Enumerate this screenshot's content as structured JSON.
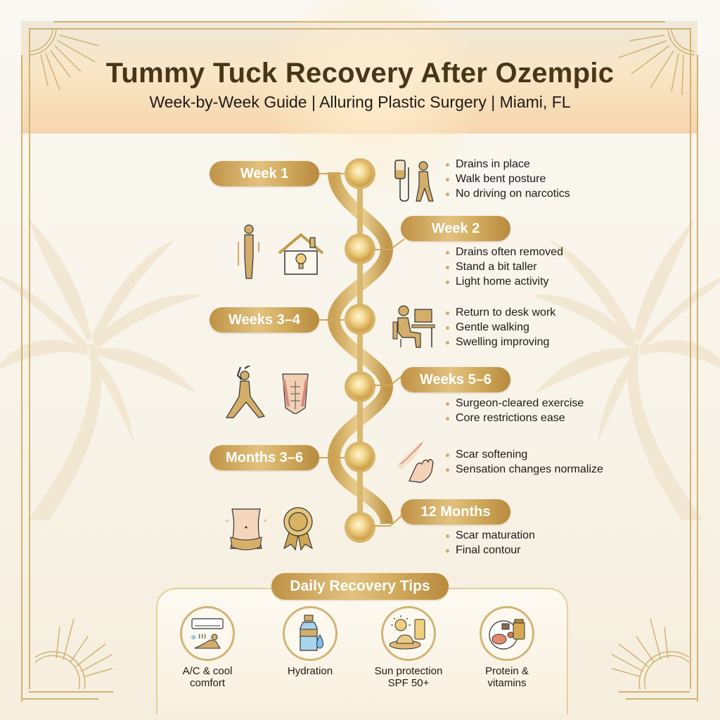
{
  "header": {
    "title": "Tummy Tuck Recovery After Ozempic",
    "subtitle": "Week-by-Week Guide | Alluring Plastic Surgery | Miami, FL"
  },
  "colors": {
    "gold": "#c9993f",
    "gold_light": "#e2c27f",
    "title_brown": "#4a3516",
    "frame": "#d2b274",
    "background": "#faf8f2"
  },
  "timeline": [
    {
      "label": "Week 1",
      "side": "left",
      "icons": [
        "drain-bag-icon",
        "walking-bent-person-icon"
      ],
      "bullets": [
        "Drains in place",
        "Walk bent posture",
        "No driving on narcotics"
      ]
    },
    {
      "label": "Week 2",
      "side": "right",
      "icons": [
        "standing-person-icon",
        "house-lightbulb-icon"
      ],
      "bullets": [
        "Drains often removed",
        "Stand a bit taller",
        "Light home activity"
      ]
    },
    {
      "label": "Weeks 3–4",
      "side": "left",
      "icons": [
        "desk-work-icon"
      ],
      "bullets": [
        "Return to desk work",
        "Gentle walking",
        "Swelling improving"
      ]
    },
    {
      "label": "Weeks 5–6",
      "side": "right",
      "icons": [
        "yoga-pose-icon",
        "abdomen-muscles-icon"
      ],
      "bullets": [
        "Surgeon-cleared exercise",
        "Core restrictions ease"
      ]
    },
    {
      "label": "Months 3–6",
      "side": "left",
      "icons": [
        "scar-hand-icon"
      ],
      "bullets": [
        "Scar softening",
        "Sensation changes normalize"
      ]
    },
    {
      "label": "12 Months",
      "side": "right",
      "icons": [
        "waist-contour-icon",
        "award-ribbon-icon"
      ],
      "bullets": [
        "Scar maturation",
        "Final contour"
      ]
    }
  ],
  "tips": {
    "title": "Daily Recovery Tips",
    "items": [
      {
        "label_line1": "A/C & cool",
        "label_line2": "comfort",
        "icon": "air-conditioner-icon"
      },
      {
        "label_line1": "Hydration",
        "label_line2": "",
        "icon": "water-bottle-icon"
      },
      {
        "label_line1": "Sun protection",
        "label_line2": "SPF 50+",
        "icon": "sun-hat-sunscreen-icon"
      },
      {
        "label_line1": "Protein &",
        "label_line2": "vitamins",
        "icon": "protein-plate-vitamins-icon"
      }
    ]
  }
}
